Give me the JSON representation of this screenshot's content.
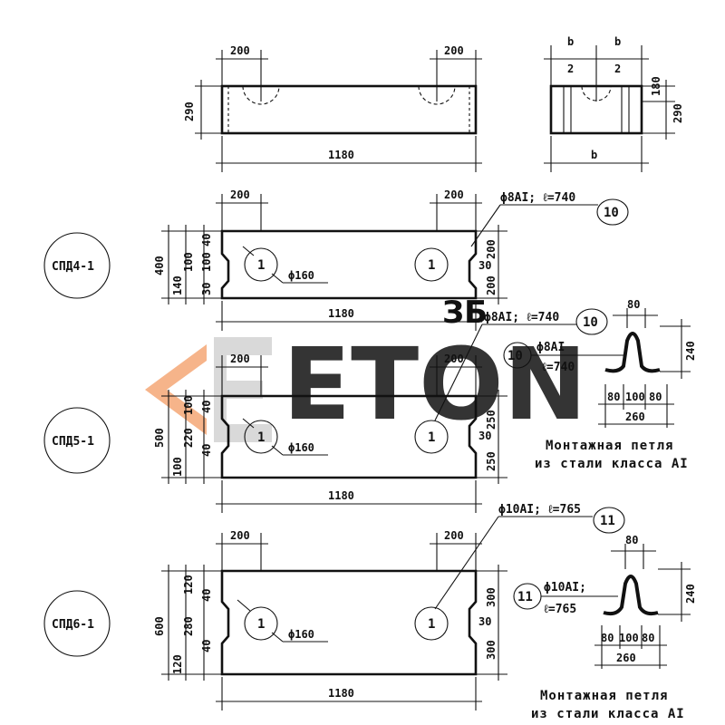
{
  "watermark": {
    "word": "ETON",
    "small": "ЗБ",
    "color_orange": "#f4a36e",
    "color_gray": "#d2d2d2"
  },
  "top_view": {
    "edge_200_left": "200",
    "edge_200_right": "200",
    "height_290": "290",
    "length": "1180",
    "section_b_half_1": "b",
    "section_b_half_1_den": "2",
    "section_b_half_2": "b",
    "section_b_half_2_den": "2",
    "section_b": "b",
    "section_180": "180",
    "section_290": "290"
  },
  "blocks": [
    {
      "name": "СПД4-1",
      "edge_left": "200",
      "edge_right": "200",
      "length": "1180",
      "height": "400",
      "left_dims": [
        "40",
        "100",
        "100",
        "140",
        "30"
      ],
      "right_dims": [
        "200",
        "200"
      ],
      "notch": "30",
      "hole": "ϕ160",
      "hole_mark_left": "1",
      "hole_mark_right": "1",
      "rebar": "ϕ8AI; ℓ=740",
      "rebar_mark": "10"
    },
    {
      "name": "СПД5-1",
      "edge_left": "200",
      "edge_right": "200",
      "length": "1180",
      "height": "500",
      "left_dims": [
        "40",
        "100",
        "220",
        "40",
        "100"
      ],
      "right_dims": [
        "250",
        "250"
      ],
      "notch": "30",
      "hole": "ϕ160",
      "hole_mark_left": "1",
      "hole_mark_right": "1",
      "rebar": "ϕ8AI; ℓ=740",
      "rebar_mark": "10"
    },
    {
      "name": "СПД6-1",
      "edge_left": "200",
      "edge_right": "200",
      "length": "1180",
      "height": "600",
      "left_dims": [
        "40",
        "120",
        "280",
        "40",
        "120"
      ],
      "right_dims": [
        "300",
        "300"
      ],
      "notch": "30",
      "hole": "ϕ160",
      "hole_mark_left": "1",
      "hole_mark_right": "1",
      "rebar": "ϕ10AI; ℓ=765",
      "rebar_mark": "11"
    }
  ],
  "loops": [
    {
      "mark": "10",
      "spec_line1": "ϕ8AI",
      "spec_line2": "ℓ=740",
      "top": "80",
      "height": "240",
      "bottom_parts": [
        "80",
        "100",
        "80"
      ],
      "bottom_total": "260",
      "caption_line1": "Монтажная петля",
      "caption_line2": "из стали класса AI"
    },
    {
      "mark": "11",
      "spec_line1": "ϕ10AI;",
      "spec_line2": "ℓ=765",
      "top": "80",
      "height": "240",
      "bottom_parts": [
        "80",
        "100",
        "80"
      ],
      "bottom_total": "260",
      "caption_line1": "Монтажная петля",
      "caption_line2": "из стали класса AI"
    }
  ]
}
